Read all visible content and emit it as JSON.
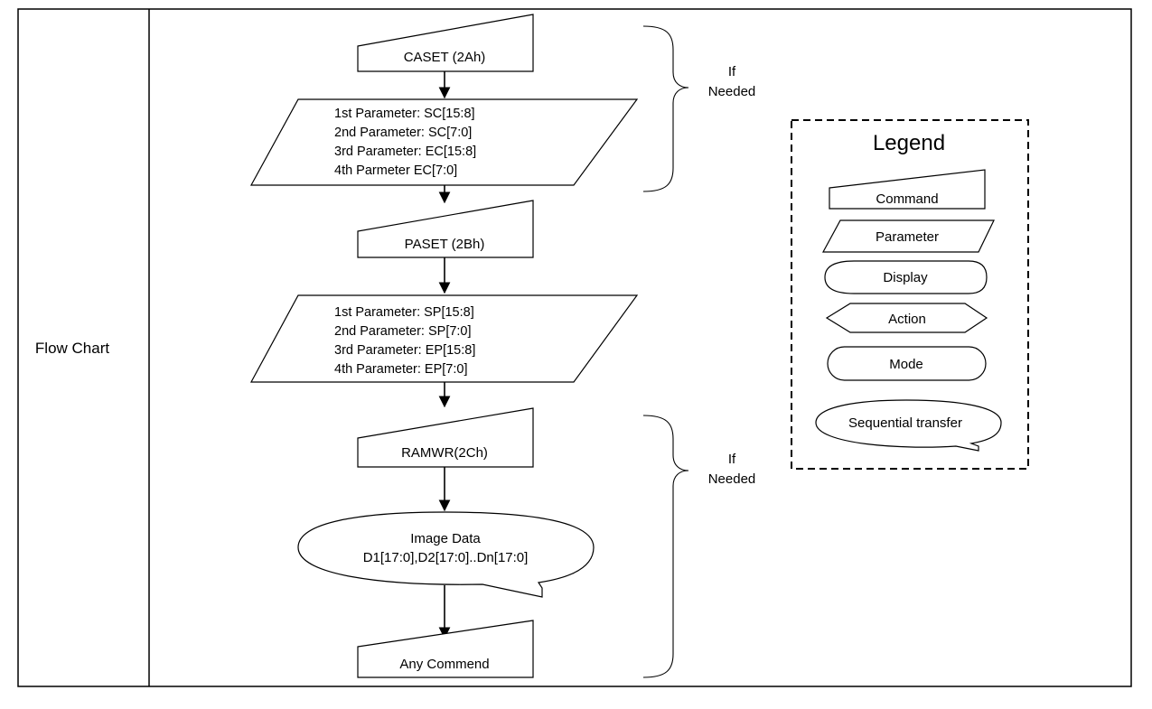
{
  "table": {
    "row_label": "Flow Chart"
  },
  "flow": {
    "caset": "CASET (2Ah)",
    "caset_params": [
      "1st Parameter: SC[15:8]",
      "2nd Parameter: SC[7:0]",
      "3rd Parameter: EC[15:8]",
      "4th Parmeter EC[7:0]"
    ],
    "paset": "PASET (2Bh)",
    "paset_params": [
      "1st Parameter: SP[15:8]",
      "2nd Parameter: SP[7:0]",
      "3rd Parameter: EP[15:8]",
      "4th Parameter: EP[7:0]"
    ],
    "ramwr": "RAMWR(2Ch)",
    "image_data": [
      "Image Data",
      "D1[17:0],D2[17:0]..Dn[17:0]"
    ],
    "any_command": "Any Commend"
  },
  "braces": {
    "top": [
      "If",
      "Needed"
    ],
    "bottom": [
      "If",
      "Needed"
    ]
  },
  "legend": {
    "title": "Legend",
    "command": "Command",
    "parameter": "Parameter",
    "display": "Display",
    "action": "Action",
    "mode": "Mode",
    "sequential": "Sequential transfer"
  }
}
